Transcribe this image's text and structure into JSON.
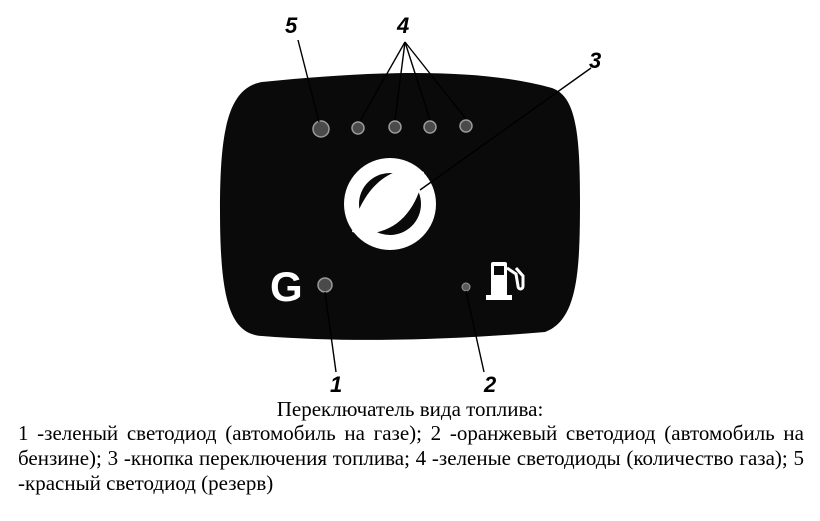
{
  "callouts": {
    "led_green_gas": "1",
    "led_orange_petrol": "2",
    "switch_button": "3",
    "gas_level_leds": "4",
    "led_red_reserve": "5"
  },
  "panel": {
    "gas_letter": "G"
  },
  "icons": {
    "petrol": "fuel-pump-icon",
    "button": "fuel-switch-button-icon"
  },
  "colors": {
    "panel": "#0a0a0a",
    "ink": "#000000",
    "paper": "#ffffff"
  },
  "caption": {
    "title": "Переключатель вида топлива:",
    "body": "1 -зеленый светодиод (автомобиль на газе); 2 -оранжевый светодиод (автомобиль на бензине); 3 -кнопка переключения топлива; 4 -зеленые светодиоды (количество газа); 5 -красный светодиод (резерв)"
  }
}
